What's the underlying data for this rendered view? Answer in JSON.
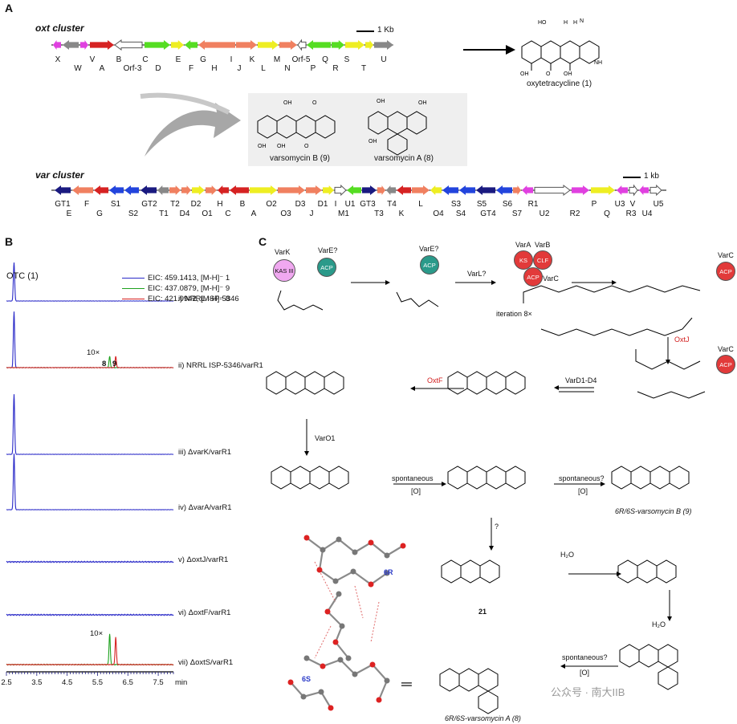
{
  "panels": {
    "a": "A",
    "b": "B",
    "c": "C"
  },
  "oxt": {
    "title": "oxt cluster",
    "scale": "1 Kb",
    "genes_top": [
      "X",
      "V",
      "B",
      "C",
      "E",
      "G",
      "I",
      "K",
      "M",
      "Orf-5",
      "Q",
      "S",
      "U"
    ],
    "genes_bottom": [
      "W",
      "A",
      "Orf-3",
      "D",
      "F",
      "H",
      "J",
      "L",
      "N",
      "P",
      "R",
      "T"
    ],
    "product": "oxytetracycline (1)"
  },
  "boxed_products": [
    "varsomycin B (9)",
    "varsomycin A (8)"
  ],
  "var": {
    "title": "var cluster",
    "scale": "1 kb",
    "genes_top": [
      "GT1",
      "F",
      "S1",
      "GT2",
      "T2",
      "D2",
      "H",
      "B",
      "O2",
      "D3",
      "D1",
      "I",
      "U1",
      "GT3",
      "T4",
      "L",
      "S3",
      "S5",
      "S6",
      "R1",
      "P",
      "U3",
      "V",
      "U5"
    ],
    "genes_bottom": [
      "E",
      "G",
      "S2",
      "T1",
      "D4",
      "O1",
      "C",
      "A",
      "O3",
      "J",
      "M1",
      "T3",
      "K",
      "O4",
      "S4",
      "GT4",
      "S7",
      "U2",
      "R2",
      "Q",
      "R3",
      "U4"
    ]
  },
  "chrom": {
    "otc_label": "OTC (1)",
    "legend": [
      "EIC: 459.1413, [M-H]⁻  1",
      "EIC: 437.0879, [M-H]⁻  9",
      "EIC: 421.0942, [M-H]⁻  8"
    ],
    "legend_colors": [
      "#2a2ac8",
      "#1fa21f",
      "#d61f1f"
    ],
    "traces": [
      "i)  NRRL ISP-5346",
      "ii) NRRL ISP-5346/varR1",
      "iii)  ΔvarK/varR1",
      "iv)  ΔvarA/varR1",
      "v)  ΔoxtJ/varR1",
      "vi)  ΔoxtF/varR1",
      "vii)  ΔoxtS/varR1"
    ],
    "zoom": "10×",
    "peak_labels": [
      "8",
      "9"
    ],
    "x_ticks": [
      "2.5",
      "3.5",
      "4.5",
      "5.5",
      "6.5",
      "7.5"
    ],
    "x_unit": "min"
  },
  "pathway": {
    "enzymes_top": [
      "VarK",
      "VarE?",
      "VarE?",
      "VarA",
      "VarB",
      "VarC",
      "VarC",
      "VarC"
    ],
    "domains": [
      "KAS III",
      "ACP",
      "ACP",
      "KS",
      "CLF",
      "ACP",
      "ACP",
      "ACP"
    ],
    "steps": [
      "VarL?",
      "iteration  8×",
      "OxtJ",
      "VarD1-D4",
      "OxtF",
      "VarO1",
      "spontaneous",
      "[O]",
      "spontaneous?",
      "[O]",
      "?",
      "H₂O",
      "H₂O",
      "spontaneous?",
      "[O]"
    ],
    "compounds": [
      "6R/6S-varsomycin B (9)",
      "21",
      "6R/6S-varsomycin A (8)"
    ],
    "crystal_labels": [
      "6R",
      "6S"
    ],
    "watermark": "公众号 · 南大IIB"
  }
}
